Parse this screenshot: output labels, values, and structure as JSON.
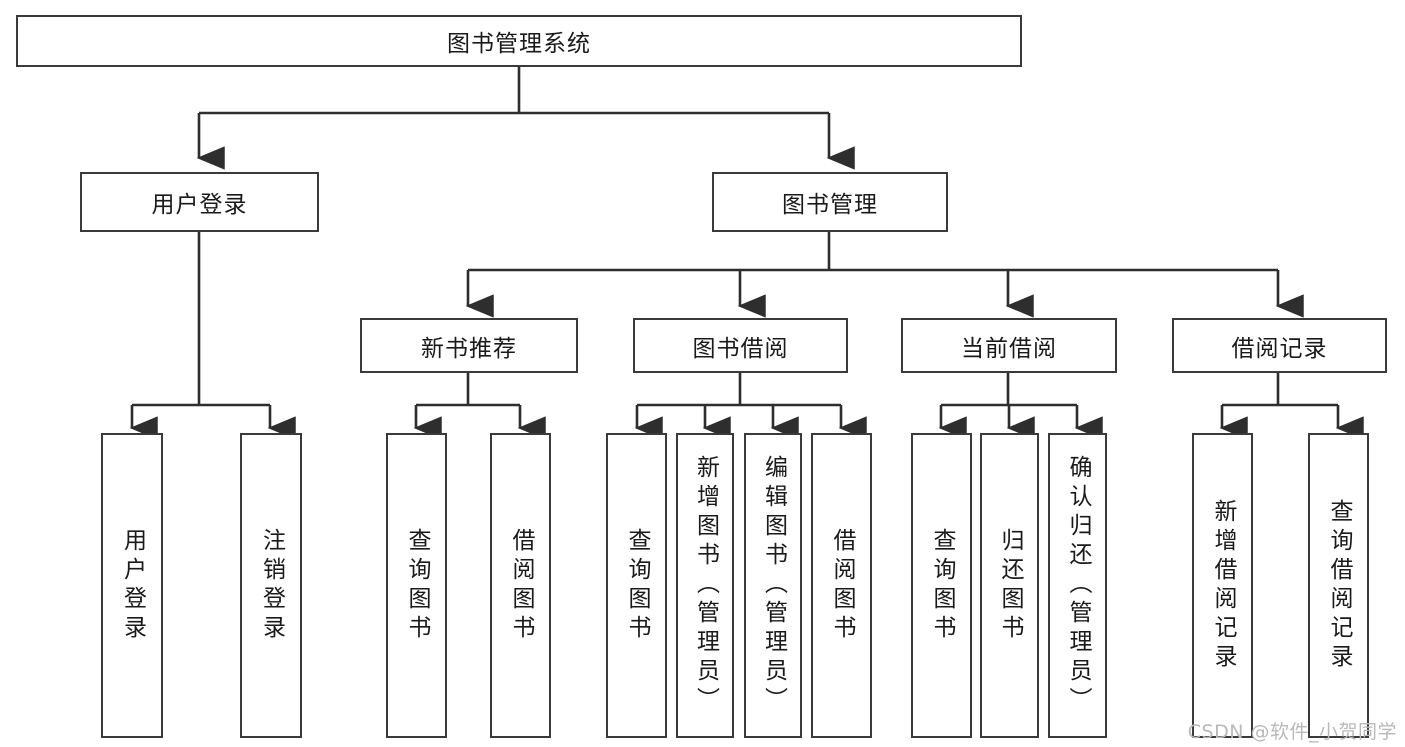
{
  "diagram": {
    "type": "tree-hierarchy",
    "title": "图书管理系统",
    "root": {
      "label": "图书管理系统",
      "orientation": "horizontal"
    },
    "level2": [
      {
        "label": "用户登录",
        "orientation": "horizontal"
      },
      {
        "label": "图书管理",
        "orientation": "horizontal"
      }
    ],
    "level3": [
      {
        "label": "新书推荐",
        "orientation": "horizontal"
      },
      {
        "label": "图书借阅",
        "orientation": "horizontal"
      },
      {
        "label": "当前借阅",
        "orientation": "horizontal"
      },
      {
        "label": "借阅记录",
        "orientation": "horizontal"
      }
    ],
    "leaves": {
      "user_login": [
        {
          "label": "用户登录",
          "orientation": "vertical"
        },
        {
          "label": "注销登录",
          "orientation": "vertical"
        }
      ],
      "new_book_recommend": [
        {
          "label": "查询图书",
          "orientation": "vertical"
        },
        {
          "label": "借阅图书",
          "orientation": "vertical"
        }
      ],
      "book_borrow": [
        {
          "label": "查询图书",
          "orientation": "vertical"
        },
        {
          "label": "新增图书（管理员）",
          "orientation": "vertical"
        },
        {
          "label": "编辑图书（管理员）",
          "orientation": "vertical"
        },
        {
          "label": "借阅图书",
          "orientation": "vertical"
        }
      ],
      "current_borrow": [
        {
          "label": "查询图书",
          "orientation": "vertical"
        },
        {
          "label": "归还图书",
          "orientation": "vertical"
        },
        {
          "label": "确认归还（管理员）",
          "orientation": "vertical"
        }
      ],
      "borrow_record": [
        {
          "label": "新增借阅记录",
          "orientation": "vertical"
        },
        {
          "label": "查询借阅记录",
          "orientation": "vertical"
        }
      ]
    },
    "watermark": "CSDN @软件_小贺同学",
    "colors": {
      "stroke": "#3a3a3a",
      "fill": "#ffffff",
      "text": "#1a1a1a",
      "watermark": "#b9b9b9"
    }
  }
}
